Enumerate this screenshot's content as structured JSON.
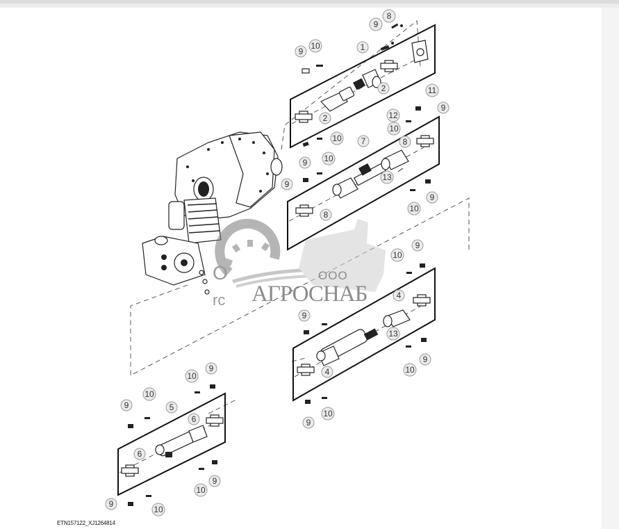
{
  "diagram": {
    "caption": "ETN157122_XJ1264814",
    "colors": {
      "line": "#222222",
      "callout_fill": "#ebebeb",
      "callout_stroke": "#9a9a9a",
      "watermark": "#8c8c8c"
    },
    "watermark": {
      "prefix": "ООО",
      "name": "АГРОСНАБ",
      "fragment_left_1": "О",
      "fragment_left_2": "rc"
    },
    "callouts": [
      {
        "id": "c1",
        "label": "1"
      },
      {
        "id": "c2a",
        "label": "2"
      },
      {
        "id": "c2b",
        "label": "2"
      },
      {
        "id": "c4a",
        "label": "4"
      },
      {
        "id": "c4b",
        "label": "4"
      },
      {
        "id": "c5",
        "label": "5"
      },
      {
        "id": "c6a",
        "label": "6"
      },
      {
        "id": "c6b",
        "label": "6"
      },
      {
        "id": "c7",
        "label": "7"
      },
      {
        "id": "c8a",
        "label": "8"
      },
      {
        "id": "c8b",
        "label": "8"
      },
      {
        "id": "c9",
        "label": "9"
      },
      {
        "id": "c10",
        "label": "10"
      },
      {
        "id": "c11",
        "label": "11"
      },
      {
        "id": "c12",
        "label": "12"
      },
      {
        "id": "c13",
        "label": "13"
      }
    ],
    "groups": [
      {
        "name": "drive-shaft-assembly-1",
        "parts": [
          "1",
          "2",
          "9",
          "10",
          "11",
          "12"
        ]
      },
      {
        "name": "drive-shaft-assembly-7",
        "parts": [
          "7",
          "8",
          "9",
          "10",
          "13"
        ]
      },
      {
        "name": "drive-shaft-assembly-4",
        "parts": [
          "4",
          "9",
          "10",
          "13"
        ]
      },
      {
        "name": "drive-shaft-assembly-5",
        "parts": [
          "5",
          "6",
          "9",
          "10"
        ]
      }
    ]
  }
}
